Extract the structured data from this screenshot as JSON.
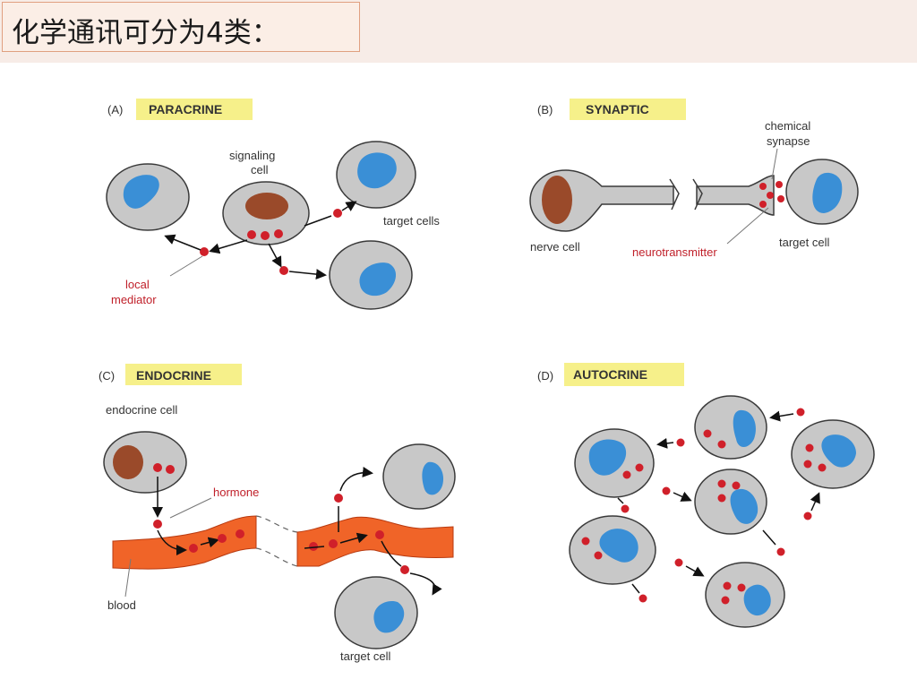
{
  "slide": {
    "title": "化学通讯可分为4类："
  },
  "panels": {
    "a": {
      "code": "(A)",
      "name": "PARACRINE",
      "signaling_cell": [
        "signaling",
        "cell"
      ],
      "target_cells": "target cells",
      "local_mediator": [
        "local",
        "mediator"
      ]
    },
    "b": {
      "code": "(B)",
      "name": "SYNAPTIC",
      "chemical_synapse": [
        "chemical",
        "synapse"
      ],
      "nerve_cell": "nerve cell",
      "neurotransmitter": "neurotransmitter",
      "target_cell": "target cell"
    },
    "c": {
      "code": "(C)",
      "name": "ENDOCRINE",
      "endocrine_cell": "endocrine cell",
      "hormone": "hormone",
      "blood": "blood",
      "target_cell": "target cell"
    },
    "d": {
      "code": "(D)",
      "name": "AUTOCRINE"
    }
  },
  "colors": {
    "cell_fill": "#c8c8c8",
    "cell_stroke": "#3a3a3a",
    "nucleus_blue": "#3a8fd6",
    "nucleus_brown": "#9a4a2a",
    "molecule_red": "#d0202a",
    "blood_orange": "#f06428",
    "label_bg": "#f6f08a"
  }
}
